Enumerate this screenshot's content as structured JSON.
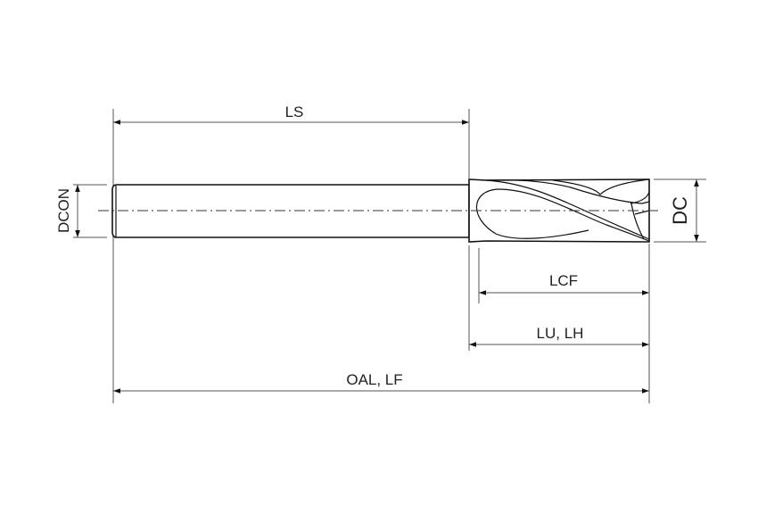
{
  "diagram": {
    "title": "End mill dimension drawing",
    "labels": {
      "ls": "LS",
      "dcon": "DCON",
      "dc": "DC",
      "lcf": "LCF",
      "lu_lh": "LU, LH",
      "oal_lf": "OAL, LF"
    }
  }
}
